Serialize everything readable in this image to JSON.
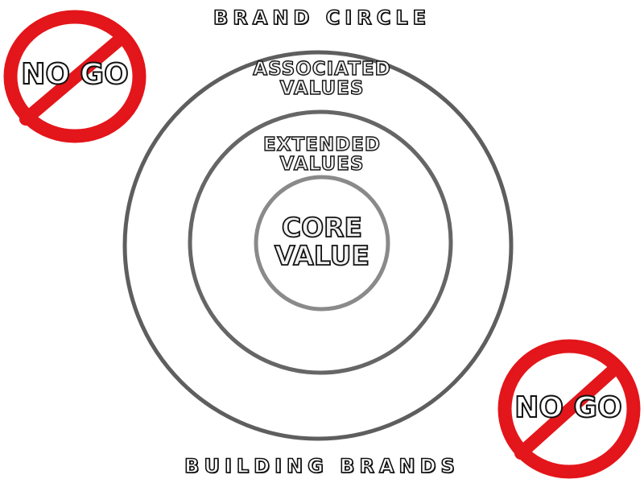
{
  "diagram": {
    "title": "BRAND CIRCLE",
    "footer": "BUILDING BRANDS",
    "rings": [
      {
        "label": "ASSOCIATED\nVALUES"
      },
      {
        "label": "EXTENDED\nVALUES"
      },
      {
        "label": "CORE\nVALUE"
      }
    ],
    "stamps": [
      {
        "label": "NO GO",
        "color": "#e3161b"
      },
      {
        "label": "NO GO",
        "color": "#e3161b"
      }
    ],
    "ring_colors": [
      "#5e5e5e",
      "#666666",
      "#8a8a8a"
    ]
  }
}
